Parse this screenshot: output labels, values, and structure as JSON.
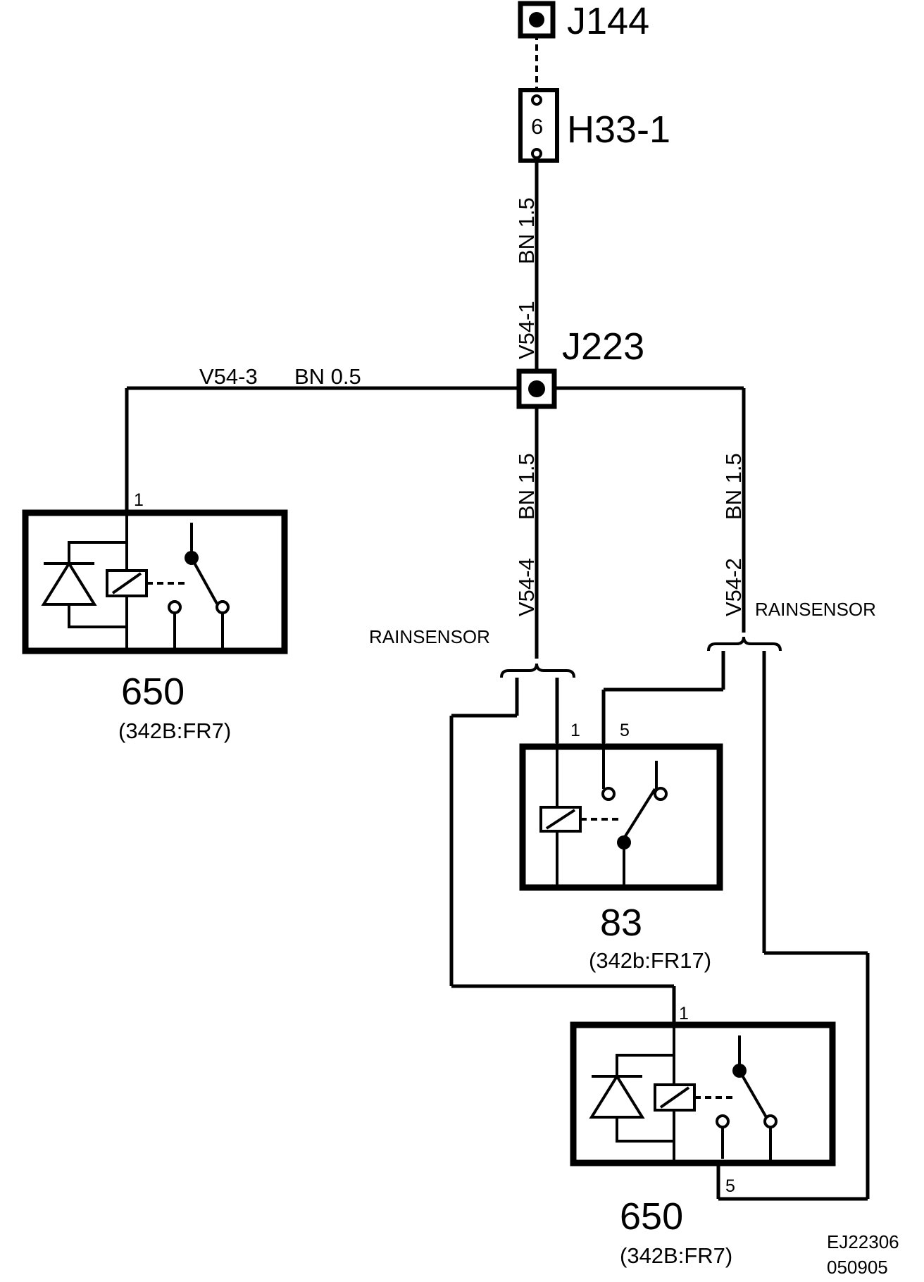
{
  "connectors": {
    "j144": "J144",
    "h33": "H33-1",
    "h33_pin": "6",
    "j223": "J223"
  },
  "wires": {
    "top_color": "BN 1.5",
    "top_id": "V54-1",
    "left_id": "V54-3",
    "left_color": "BN  0.5",
    "mid_color": "BN 1.5",
    "mid_id": "V54-4",
    "right_color": "BN 1.5",
    "right_id": "V54-2"
  },
  "sensors": {
    "left_label": "RAINSENSOR",
    "right_label": "RAINSENSOR"
  },
  "components": {
    "relay_left": {
      "pin": "1",
      "number": "650",
      "ref": "(342B:FR7)"
    },
    "relay_mid": {
      "pin1": "1",
      "pin5": "5",
      "number": "83",
      "ref": "(342b:FR17)"
    },
    "relay_bottom": {
      "pin1": "1",
      "pin5": "5",
      "number": "650",
      "ref": "(342B:FR7)"
    }
  },
  "drawing_id": {
    "line1": "EJ22306",
    "line2": "050905"
  }
}
